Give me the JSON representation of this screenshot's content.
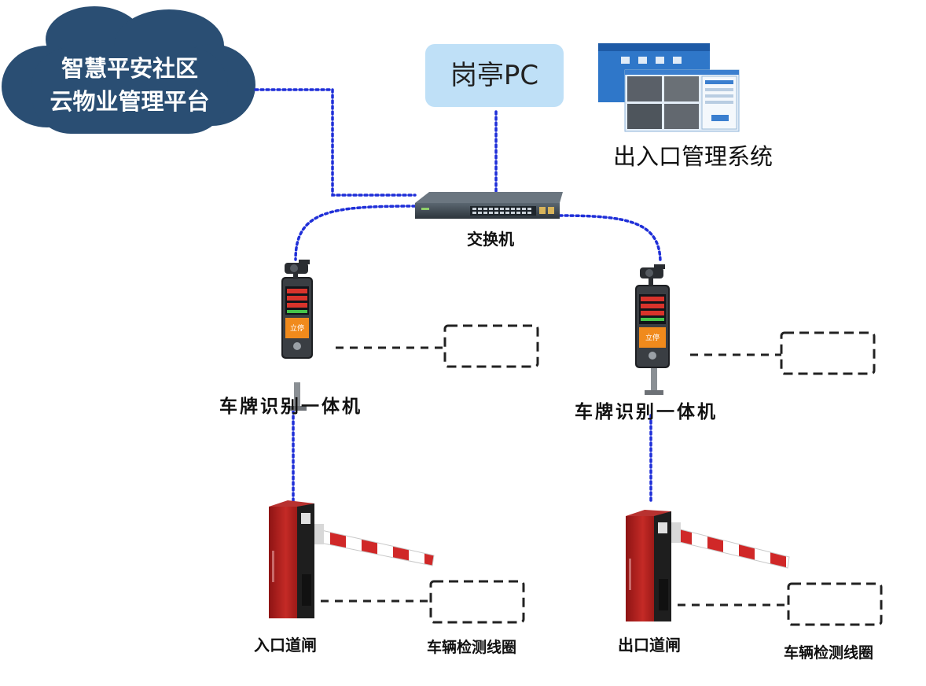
{
  "cloud": {
    "line1": "智慧平安社区",
    "line2": "云物业管理平台"
  },
  "pc": {
    "label": "岗亭PC"
  },
  "management": {
    "label": "出入口管理系统"
  },
  "switch": {
    "label": "交换机"
  },
  "lpr_left": {
    "label": "车牌识别一体机"
  },
  "lpr_right": {
    "label": "车牌识别一体机"
  },
  "gate_entry": {
    "label": "入口道闸"
  },
  "gate_exit": {
    "label": "出口道闸"
  },
  "loop_left": {
    "label": "车辆检测线圈"
  },
  "loop_right": {
    "label": "车辆检测线圈"
  },
  "lpr_screen_text": "立停",
  "colors": {
    "cloud": "#2a4e73",
    "pc_box": "#bfe0f7",
    "network_line": "#1f2fd8",
    "dash_line": "#222222",
    "gate_red": "#b21e1e",
    "gate_dark": "#1e1e1e",
    "switch_body": "#3b4650"
  },
  "icons": [
    "cloud-icon",
    "monitor-icon",
    "network-switch-icon",
    "lpr-camera-icon",
    "barrier-gate-icon",
    "detection-loop-icon"
  ]
}
